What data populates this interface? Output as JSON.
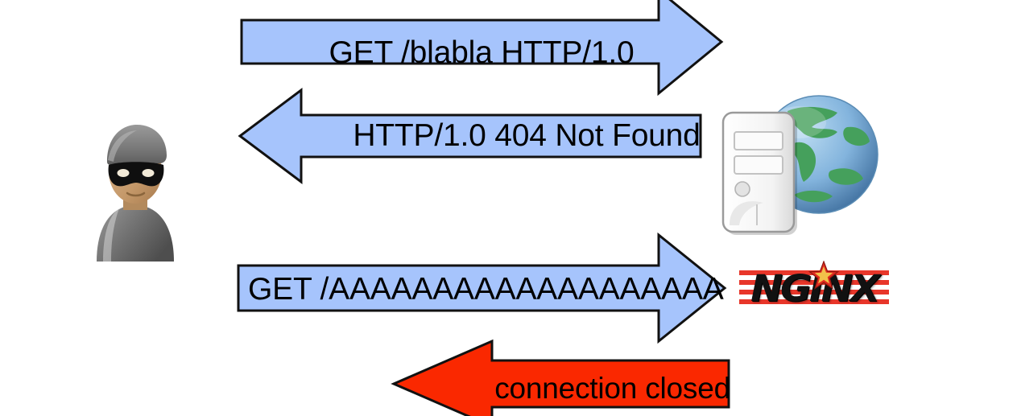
{
  "diagram": {
    "title": "HTTP request flow between attacker and nginx web server",
    "background_color": "#ffffff",
    "actors": {
      "client": {
        "name": "hacker",
        "icon": "hacker-avatar-icon",
        "cap_color": "#7a7a7a",
        "mask_color": "#111111",
        "skin_color": "#c79d72",
        "shirt_color": "#6d6d6d"
      },
      "server": {
        "name": "web server",
        "icon": "server-globe-icon",
        "tower_color": "#f4f4f4",
        "globe_water_color": "#7fb2dd",
        "globe_land_color": "#3f9c55"
      },
      "software": {
        "name": "NGINX",
        "logo_text": "NGINX",
        "icon": "nginx-logo",
        "stripe_color": "#e8362a",
        "star_color": "#e02b20",
        "star_inner_color": "#f2c14a",
        "text_color": "#111111"
      }
    },
    "messages": [
      {
        "id": "request-1",
        "label": "GET /blabla HTTP/1.0",
        "direction": "right",
        "color": "#a6c4fc",
        "stroke": "#111111",
        "from": "hacker",
        "to": "server"
      },
      {
        "id": "response-404",
        "label": "HTTP/1.0 404 Not Found",
        "direction": "left",
        "color": "#a6c4fc",
        "stroke": "#111111",
        "from": "server",
        "to": "hacker"
      },
      {
        "id": "request-2",
        "label": "GET /AAAAAAAAAAAAAAAAAAA",
        "direction": "right",
        "color": "#a6c4fc",
        "stroke": "#111111",
        "from": "hacker",
        "to": "server"
      },
      {
        "id": "connection-closed",
        "label": "connection closed",
        "direction": "left",
        "color": "#fa2800",
        "stroke": "#111111",
        "from": "server",
        "to": "hacker"
      }
    ]
  }
}
